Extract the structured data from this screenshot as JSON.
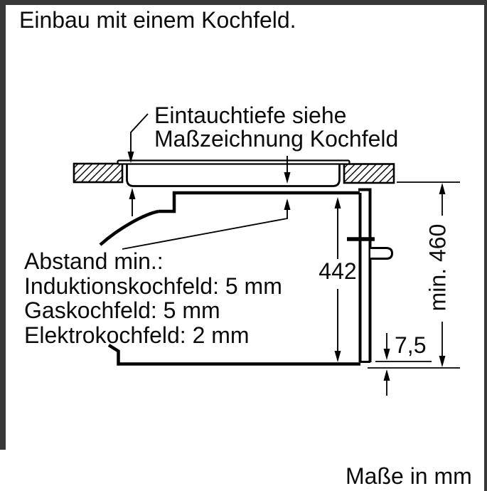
{
  "page": {
    "title": "Einbau mit einem Kochfeld.",
    "units_note": "Maße in mm"
  },
  "callout": {
    "line1": "Eintauchtiefe siehe",
    "line2": "Maßzeichnung Kochfeld"
  },
  "clearance_note": {
    "heading": "Abstand min.:",
    "induction": "Induktionskochfeld: 5 mm",
    "gas": "Gaskochfeld: 5 mm",
    "electric": "Elektrokochfeld: 2 mm"
  },
  "dimensions": {
    "oven_height_mm": "442",
    "niche_height_mm": "min. 460",
    "bottom_clearance_mm": "7,5"
  },
  "colors": {
    "line": "#000000",
    "frame": "#383838",
    "background": "#ffffff"
  }
}
